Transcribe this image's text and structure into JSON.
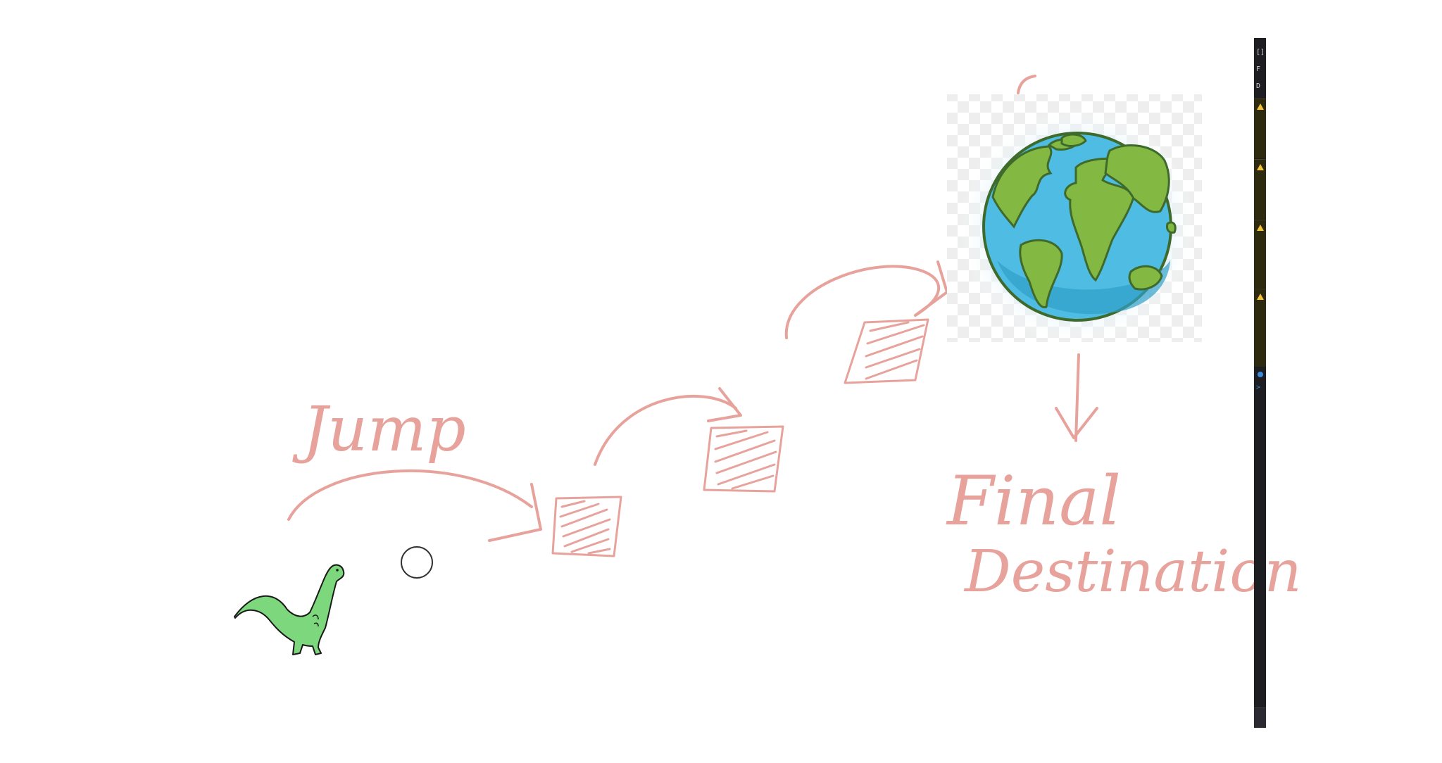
{
  "canvas": {
    "labels": {
      "jump": "Jump",
      "final": "Final",
      "destination": "Destination"
    },
    "icons": {
      "dinosaur": "dinosaur-icon",
      "earth": "earth-globe-icon",
      "circle": "circle-cursor-icon"
    },
    "colors": {
      "ink": "#e8a29c",
      "dino": "#7dd87d",
      "ocean": "#4fbde3",
      "land": "#83b843"
    }
  },
  "side_panel": {
    "glyphs": [
      "[]",
      "F",
      "D"
    ],
    "expand_glyph": ">"
  }
}
